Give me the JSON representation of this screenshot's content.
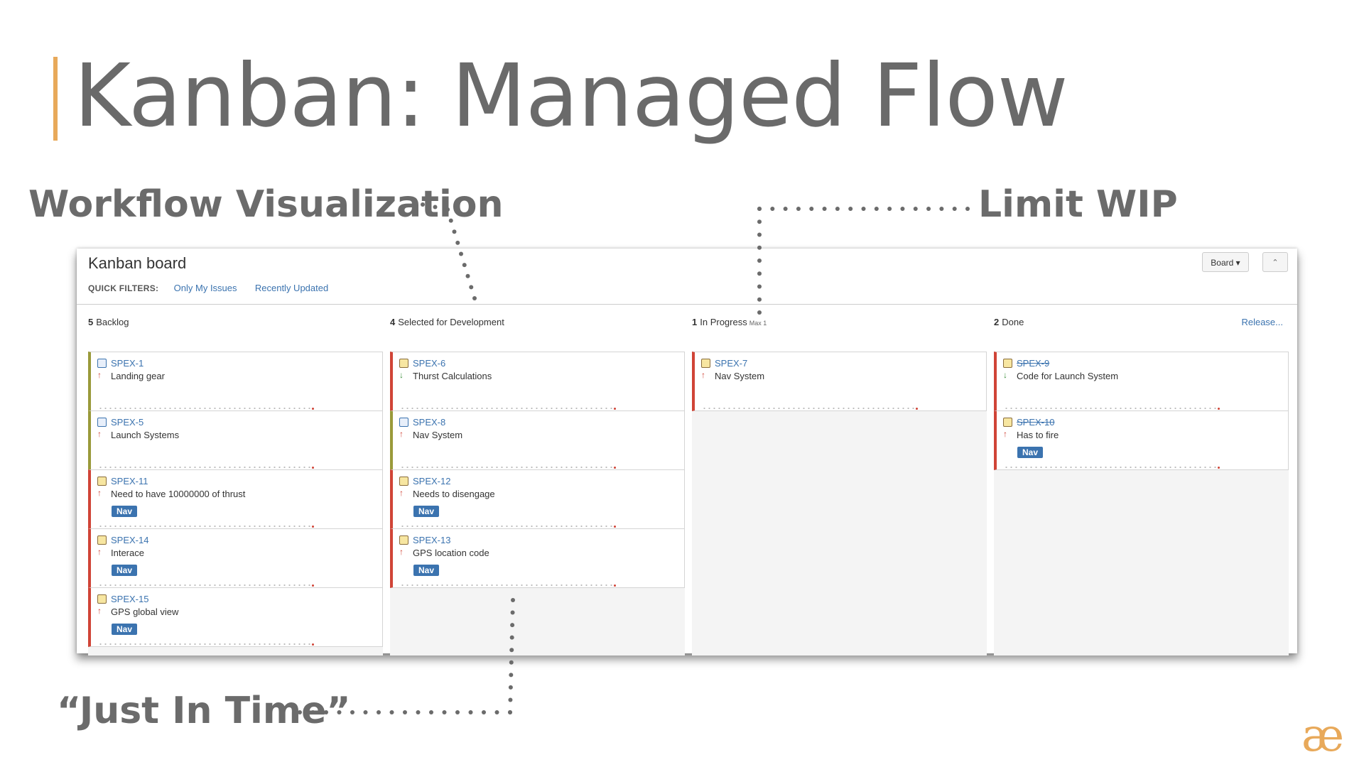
{
  "slide": {
    "title": "Kanban: Managed Flow",
    "callouts": {
      "workflow": "Workflow Visualization",
      "wip": "Limit WIP",
      "jit": "“Just In Time”"
    },
    "accent_color": "#e8a95a",
    "logo_icon": "ae-ligature-logo"
  },
  "board": {
    "title": "Kanban board",
    "quick_filters_label": "QUICK FILTERS:",
    "quick_filters": [
      "Only My Issues",
      "Recently Updated"
    ],
    "view_dropdown": "Board",
    "collapse_icon": "chevron-up-icon",
    "columns": [
      {
        "count": "5",
        "name": "Backlog",
        "cards": [
          {
            "key": "SPEX-1",
            "summary": "Landing gear"
          },
          {
            "key": "SPEX-5",
            "summary": "Launch Systems"
          },
          {
            "key": "SPEX-11",
            "summary": "Need to have 10000000 of thrust",
            "label": "Nav"
          },
          {
            "key": "SPEX-14",
            "summary": "Interace",
            "label": "Nav"
          },
          {
            "key": "SPEX-15",
            "summary": "GPS global view",
            "label": "Nav"
          }
        ]
      },
      {
        "count": "4",
        "name": "Selected for Development",
        "cards": [
          {
            "key": "SPEX-6",
            "summary": "Thurst Calculations"
          },
          {
            "key": "SPEX-8",
            "summary": "Nav System"
          },
          {
            "key": "SPEX-12",
            "summary": "Needs to disengage",
            "label": "Nav"
          },
          {
            "key": "SPEX-13",
            "summary": "GPS location code",
            "label": "Nav"
          }
        ]
      },
      {
        "count": "1",
        "name": "In Progress",
        "max": "Max 1",
        "cards": [
          {
            "key": "SPEX-7",
            "summary": "Nav System"
          }
        ]
      },
      {
        "count": "2",
        "name": "Done",
        "release": "Release...",
        "cards": [
          {
            "key": "SPEX-9",
            "summary": "Code for Launch System"
          },
          {
            "key": "SPEX-10",
            "summary": "Has to fire",
            "label": "Nav"
          }
        ]
      }
    ]
  }
}
